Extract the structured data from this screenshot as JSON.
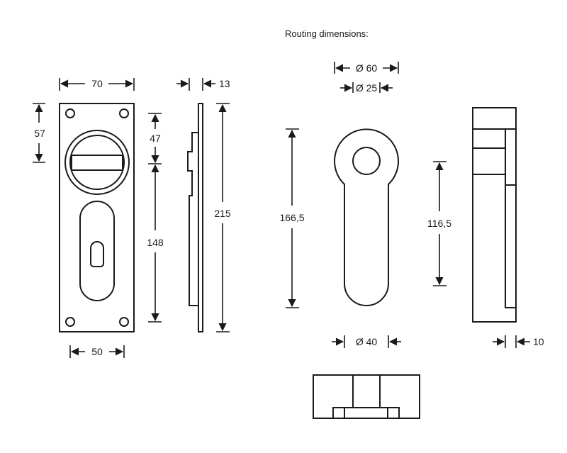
{
  "caption": "Routing dimensions:",
  "front_view": {
    "width_label": "70",
    "top_label": "57",
    "handle_label": "47",
    "cylinder_label": "148",
    "bottom_width_label": "50"
  },
  "side_view": {
    "thickness_label": "13",
    "height_label": "215"
  },
  "routing": {
    "outer_diameter_label": "Ø 60",
    "inner_diameter_label": "Ø 25",
    "height_label": "166,5",
    "slot_width_label": "Ø 40",
    "depth_height_label": "116,5",
    "depth_label": "10"
  },
  "colors": {
    "line": "#1a1a1a",
    "background": "#ffffff"
  }
}
